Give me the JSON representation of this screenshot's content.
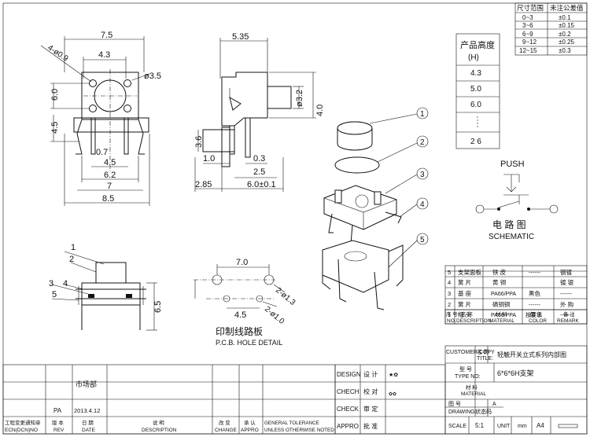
{
  "tolerance_table": {
    "header_range": "尺寸范围",
    "header_tol": "未注公差值",
    "rows": [
      {
        "range": "0~3",
        "tol": "±0.1"
      },
      {
        "range": "3~6",
        "tol": "±0.15"
      },
      {
        "range": "6~9",
        "tol": "±0.2"
      },
      {
        "range": "9~12",
        "tol": "±0.25"
      },
      {
        "range": "12~15",
        "tol": "±0.3"
      }
    ]
  },
  "height_table": {
    "title": "产品高度",
    "unit": "(H)",
    "values": [
      "4.3",
      "5.0",
      "6.0",
      "2 6"
    ]
  },
  "front_view": {
    "dim_7_5": "7.5",
    "dim_4_3": "4.3",
    "dim_hole": "4-ø0.9",
    "dim_dia": "ø3.5",
    "dim_6_0": "6.0",
    "dim_4_5_left": "4.5",
    "dim_0_7": "0.7",
    "dim_4_5": "4.5",
    "dim_6_2": "6.2",
    "dim_7": "7",
    "dim_8_5": "8.5"
  },
  "side_view": {
    "dim_5_35": "5.35",
    "dim_dia_3_2": "ø3.2",
    "dim_4_0": "4.0",
    "dim_3_6": "3.6",
    "dim_1_0": "1.0",
    "dim_0_3": "0.3",
    "dim_2_5": "2.5",
    "dim_2_85": "2.85",
    "dim_6_0": "6.0±0.1"
  },
  "assembly_view": {
    "labels": [
      "1",
      "2",
      "3",
      "4",
      "5"
    ],
    "dim_6_5": "6.5"
  },
  "pcb": {
    "dim_7_0": "7.0",
    "dim_4_5": "4.5",
    "dim_hole1": "2-ø1.3",
    "dim_hole2": "2-ø1.0",
    "title_cn": "印制线路板",
    "title_en": "P.C.B. HOLE DETAIL"
  },
  "exploded": {
    "labels": [
      "1",
      "2",
      "3",
      "4",
      "5"
    ]
  },
  "schematic": {
    "push": "PUSH",
    "title_cn": "电 路 图",
    "title_en": "SCHEMATIC"
  },
  "bom": {
    "rows": [
      {
        "no": "5",
        "name": "支架面板",
        "mat": "铁 皮",
        "color": "------",
        "remark": "钢镀"
      },
      {
        "no": "4",
        "name": "簧 片",
        "mat": "黄 铜",
        "color": "",
        "remark": "镀 银"
      },
      {
        "no": "3",
        "name": "基 座",
        "mat": "PA66/PPA",
        "color": "黑色",
        "remark": "------"
      },
      {
        "no": "2",
        "name": "簧 片",
        "mat": "磷铜铜",
        "color": "------",
        "remark": "外 购"
      },
      {
        "no": "1",
        "name": "帽 头",
        "mat": "PA66/PPA",
        "color": "按要求",
        "remark": "------"
      }
    ],
    "head": {
      "no": "序 号",
      "no_en": "NO.",
      "name": "名 称",
      "name_en": "DESCRIPTION",
      "mat": "材 料",
      "mat_en": "MATERIAL",
      "color": "颜 色",
      "color_en": "COLOR",
      "remark": "备 注",
      "remark_en": "REMARK"
    }
  },
  "title_block": {
    "customer_copy": "CUSTOMER COPY",
    "name_label": "名 称",
    "name_title": "TITLE:",
    "title_value": "轻触开关立式系列内部图",
    "type_label": "型 号",
    "type_no": "TYPE NO:",
    "type_value": "6*6*6H支架",
    "material_cn": "材 料",
    "material_en": "MATERIAL",
    "drawing_label": "图 号",
    "drawing_en": "DRAWING:",
    "revision": "A",
    "status": "状态码",
    "scale_label": "SCALE",
    "scale": "5:1",
    "unit_label": "UNIT",
    "unit": "mm",
    "size": "A4",
    "design": "DESIGN",
    "design_cn": "设 计",
    "design_mark": "★✿",
    "check1": "CHECH",
    "check1_cn": "校 对",
    "check1_mark": "✿✿",
    "check2": "CHECK",
    "check2_cn": "审 定",
    "approve": "APPRO",
    "approve_cn": "批 准",
    "dept": "市场部",
    "rev": "PA",
    "date": "2013.4.12",
    "h_ecn": "工程变更通知单",
    "h_ecn_en": "ECN(DCN)NO",
    "h_rev": "版 本",
    "h_rev_en": "REV",
    "h_date": "日 期",
    "h_date_en": "DATE",
    "h_desc": "说 明",
    "h_desc_en": "DESCRIPTION",
    "h_change": "改 变",
    "h_change_en": "CHANGE",
    "h_appro": "承 认",
    "h_appro_en": "APPRO",
    "general": "GENERAL TOLERANCE",
    "general2": "UNLESS OTHERWISE NOTED"
  }
}
